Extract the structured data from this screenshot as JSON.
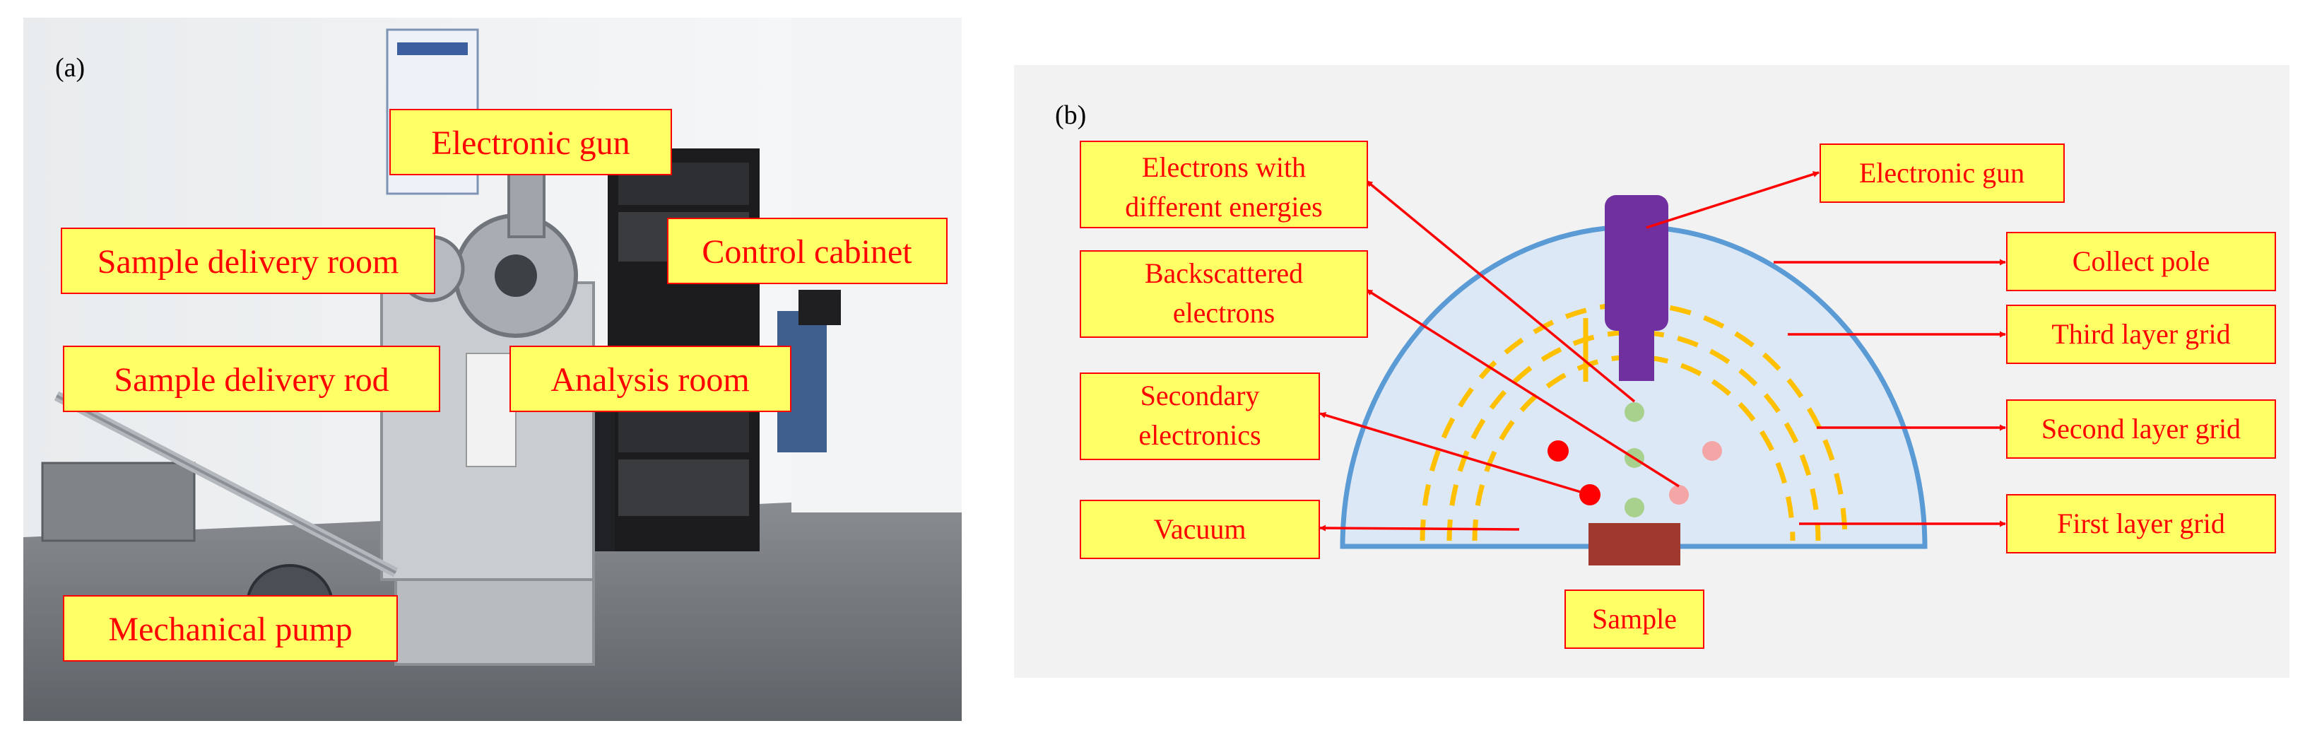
{
  "panel_a": {
    "tag": "(a)",
    "labels": {
      "electronic_gun": "Electronic gun",
      "sample_delivery_room": "Sample delivery room",
      "control_cabinet": "Control cabinet",
      "sample_delivery_rod": "Sample delivery rod",
      "analysis_room": "Analysis room",
      "mechanical_pump": "Mechanical pump"
    }
  },
  "panel_b": {
    "tag": "(b)",
    "labels": {
      "electrons_line1": "Electrons with",
      "electrons_line2": "different energies",
      "backscattered_line1": "Backscattered",
      "backscattered_line2": "electrons",
      "secondary_line1": "Secondary",
      "secondary_line2": "electronics",
      "vacuum": "Vacuum",
      "electronic_gun": "Electronic gun",
      "collect_pole": "Collect pole",
      "third_layer_grid": "Third layer grid",
      "second_layer_grid": "Second layer grid",
      "first_layer_grid": "First layer grid",
      "sample": "Sample"
    }
  },
  "colors": {
    "label_fill": "#ffff66",
    "label_text": "#ff0000",
    "arrow": "#ff0000",
    "hemisphere_fill": "#dce8f5",
    "hemisphere_stroke": "#5b9bd5",
    "grid_dash": "#ffc000",
    "gun": "#7030a0",
    "sample": "#a0392d",
    "panel_b_bg": "#f2f2f2",
    "electron_green": "#a9d18e",
    "electron_red": "#ff0000",
    "electron_pink": "#f4a6a6"
  }
}
